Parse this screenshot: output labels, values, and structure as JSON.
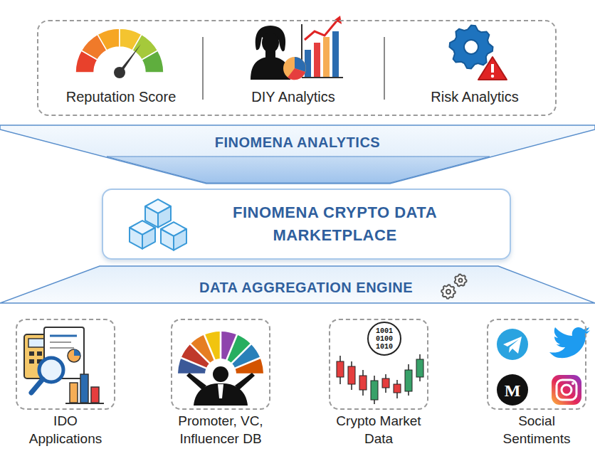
{
  "diagram": {
    "nodes": [
      {
        "text": [
          "Reputation Score",
          "DIY Analytics",
          "Risk Analytics"
        ]
      },
      {
        "text": [
          "FINOMENA ANALYTICS"
        ]
      },
      {
        "text": [
          "FINOMENA CRYPTO DATA MARKETPLACE"
        ]
      },
      {
        "text": [
          "DATA AGGREGATION ENGINE"
        ]
      },
      {
        "text": [
          "IDO Applications"
        ]
      },
      {
        "text": [
          "Promoter, VC, Influencer DB"
        ]
      },
      {
        "text": [
          "Crypto Market Data"
        ]
      },
      {
        "text": [
          "Social Sentiments"
        ]
      }
    ],
    "labels": [
      "1001",
      "0100",
      "1010",
      "M"
    ]
  }
}
